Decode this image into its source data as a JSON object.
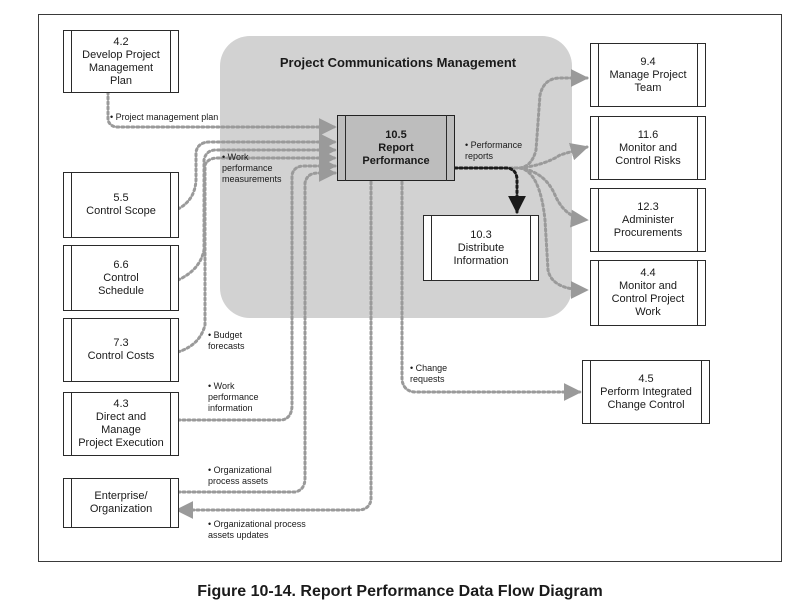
{
  "diagram": {
    "group_title": "Project Communications Management",
    "center": {
      "number": "10.5",
      "name": "Report\nPerformance"
    },
    "inputs": [
      {
        "number": "4.2",
        "name": "Develop Project\nManagement\nPlan"
      },
      {
        "number": "5.5",
        "name": "Control Scope"
      },
      {
        "number": "6.6",
        "name": "Control\nSchedule"
      },
      {
        "number": "7.3",
        "name": "Control Costs"
      },
      {
        "number": "4.3",
        "name": "Direct and\nManage\nProject Execution"
      },
      {
        "number": "",
        "name": "Enterprise/\nOrganization"
      }
    ],
    "distribute": {
      "number": "10.3",
      "name": "Distribute\nInformation"
    },
    "outputs": [
      {
        "number": "9.4",
        "name": "Manage Project\nTeam"
      },
      {
        "number": "11.6",
        "name": "Monitor and\nControl Risks"
      },
      {
        "number": "12.3",
        "name": "Administer\nProcurements"
      },
      {
        "number": "4.4",
        "name": "Monitor and\nControl Project\nWork"
      },
      {
        "number": "4.5",
        "name": "Perform Integrated\nChange Control"
      }
    ],
    "flow_labels": {
      "pm_plan": "Project management plan",
      "work_perf_measurements": "Work\nperformance\nmeasurements",
      "performance_reports": "Performance\nreports",
      "budget_forecasts": "Budget\nforecasts",
      "work_perf_info": "Work\nperformance\ninformation",
      "change_requests": "Change\nrequests",
      "opa": "Organizational\nprocess assets",
      "opa_updates": "Organizational process\nassets updates"
    }
  },
  "caption": "Figure 10-14. Report Performance Data Flow Diagram"
}
